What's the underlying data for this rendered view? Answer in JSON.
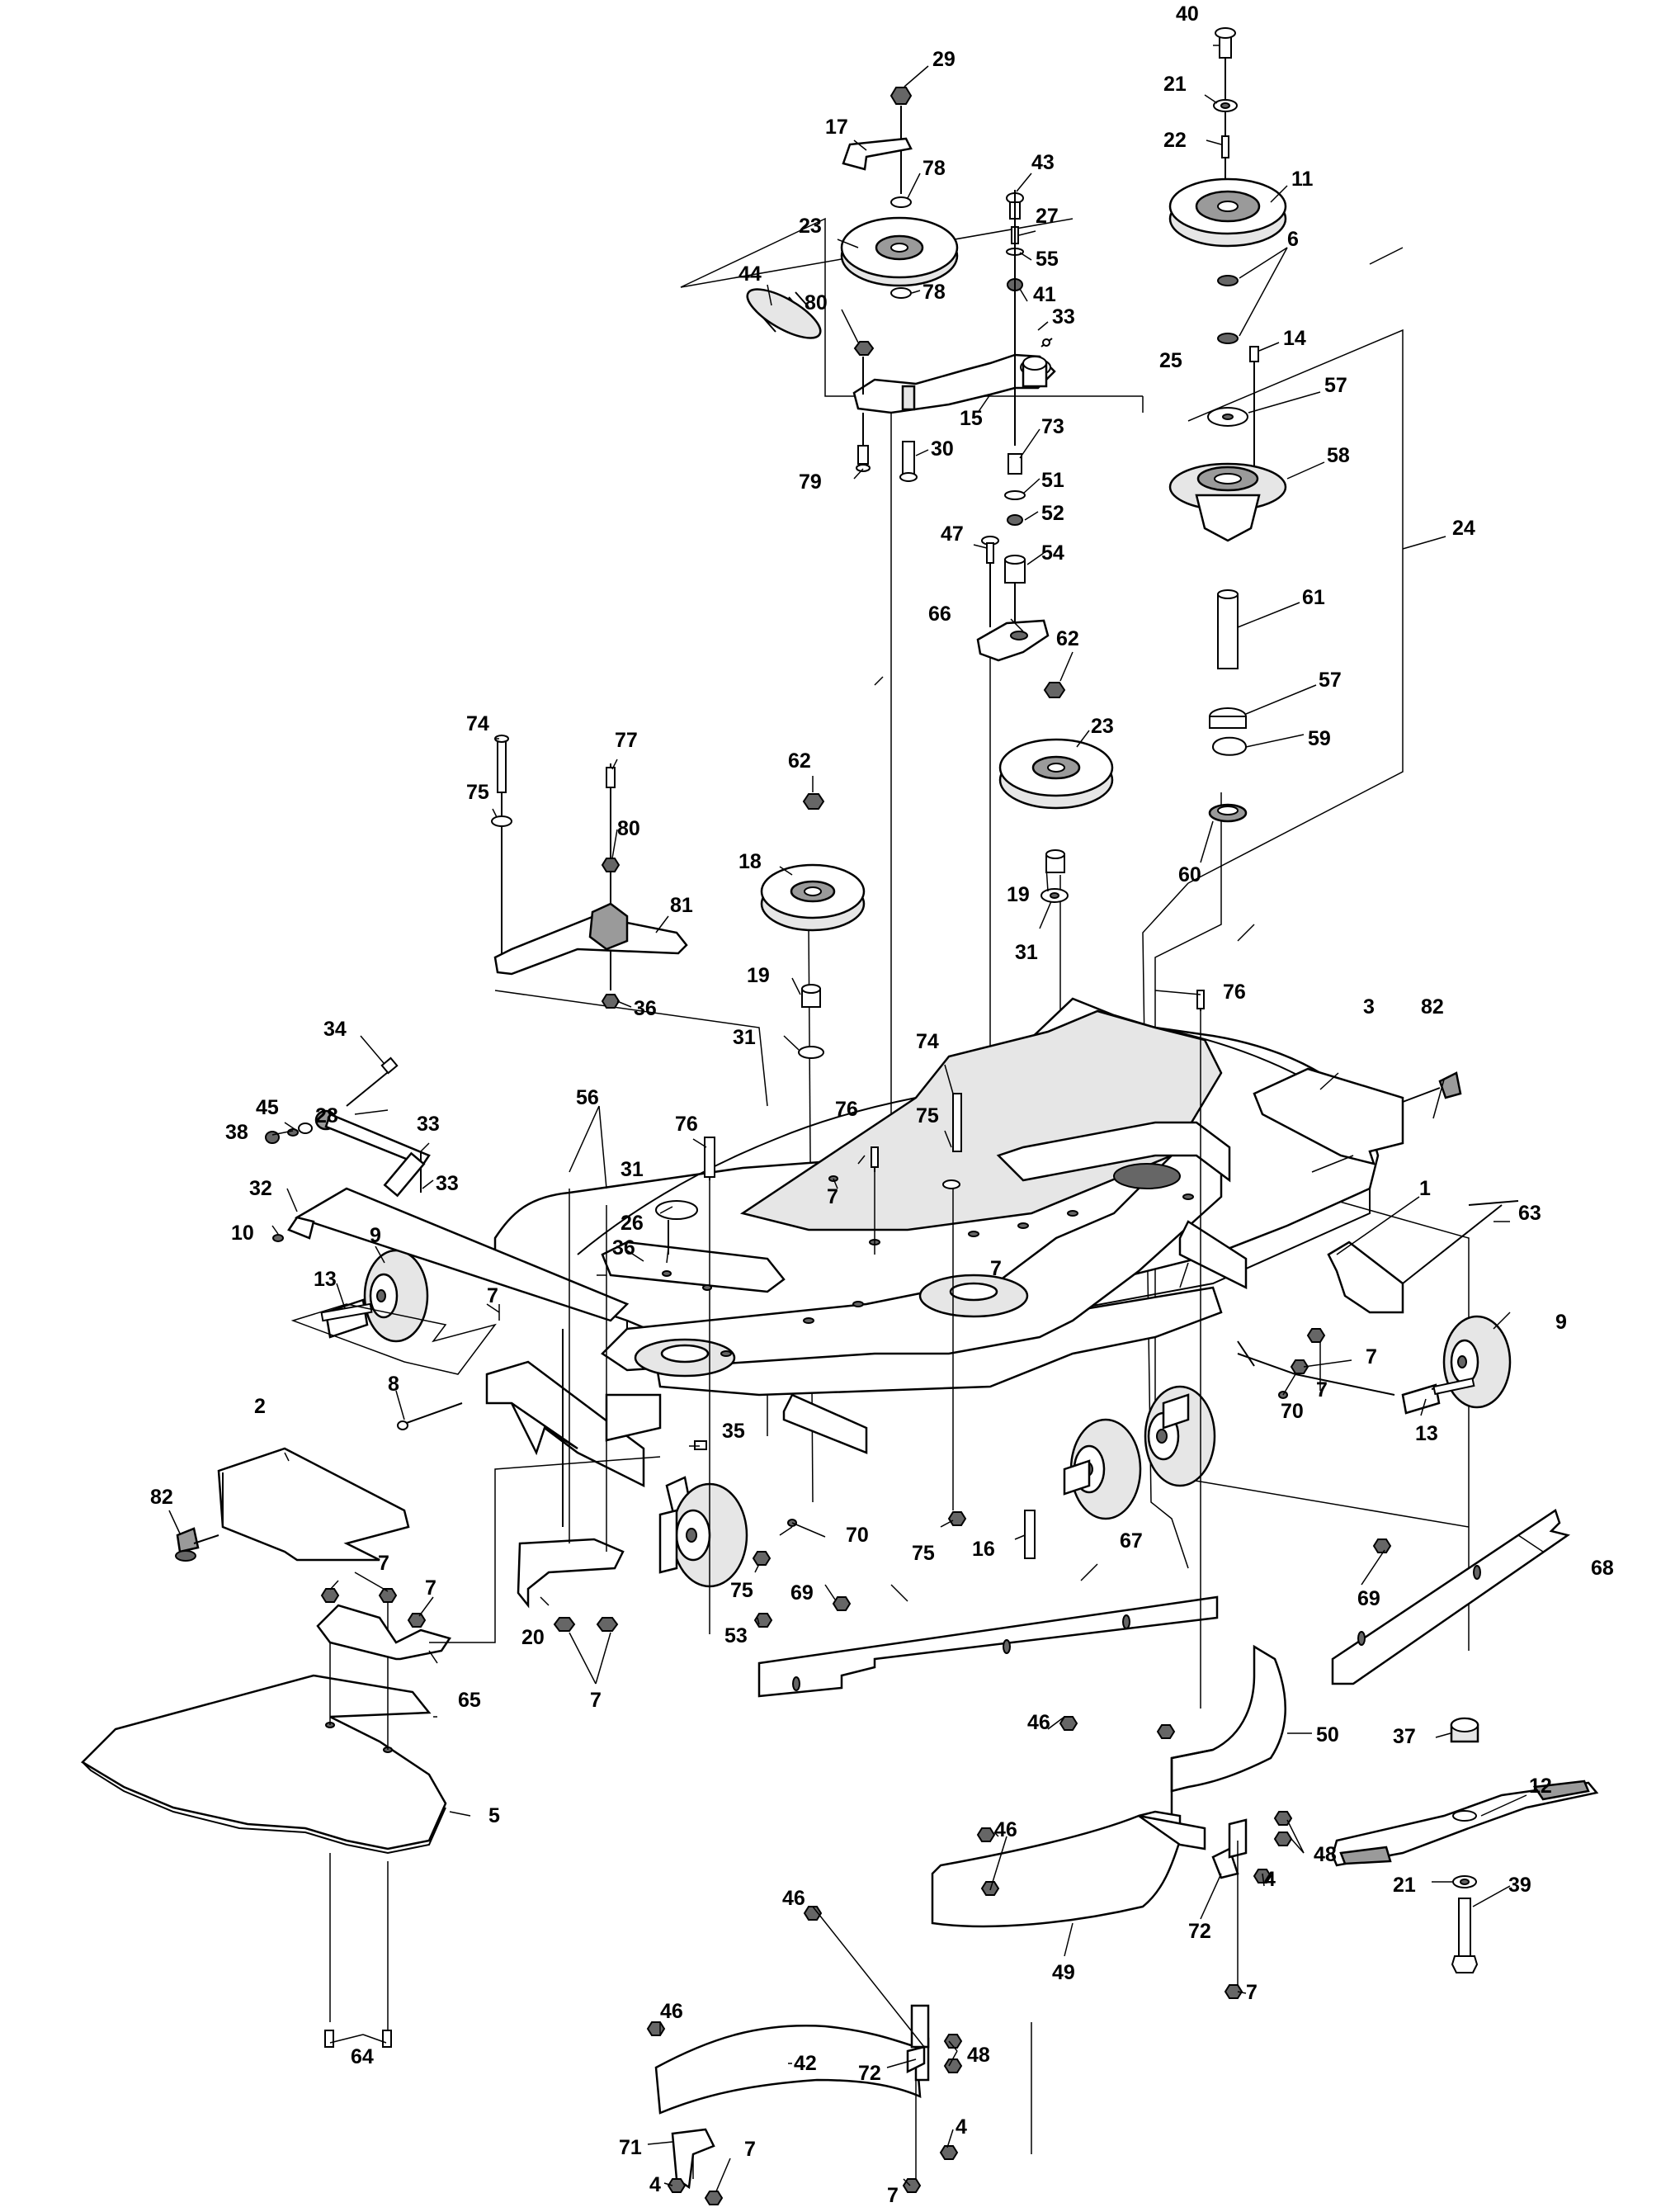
{
  "diagram": {
    "callouts": [
      {
        "id": "c1",
        "text": "1"
      },
      {
        "id": "c2",
        "text": "2"
      },
      {
        "id": "c3",
        "text": "3"
      },
      {
        "id": "c4a",
        "text": "4"
      },
      {
        "id": "c4b",
        "text": "4"
      },
      {
        "id": "c4c",
        "text": "4"
      },
      {
        "id": "c5",
        "text": "5"
      },
      {
        "id": "c6",
        "text": "6"
      },
      {
        "id": "c7a",
        "text": "7"
      },
      {
        "id": "c7b",
        "text": "7"
      },
      {
        "id": "c7c",
        "text": "7"
      },
      {
        "id": "c7d",
        "text": "7"
      },
      {
        "id": "c7e",
        "text": "7"
      },
      {
        "id": "c7f",
        "text": "7"
      },
      {
        "id": "c7g",
        "text": "7"
      },
      {
        "id": "c7h",
        "text": "7"
      },
      {
        "id": "c7i",
        "text": "7"
      },
      {
        "id": "c7j",
        "text": "7"
      },
      {
        "id": "c7k",
        "text": "7"
      },
      {
        "id": "c8",
        "text": "8"
      },
      {
        "id": "c9a",
        "text": "9"
      },
      {
        "id": "c9b",
        "text": "9"
      },
      {
        "id": "c10",
        "text": "10"
      },
      {
        "id": "c11",
        "text": "11"
      },
      {
        "id": "c12",
        "text": "12"
      },
      {
        "id": "c13a",
        "text": "13"
      },
      {
        "id": "c13b",
        "text": "13"
      },
      {
        "id": "c14",
        "text": "14"
      },
      {
        "id": "c15",
        "text": "15"
      },
      {
        "id": "c16",
        "text": "16"
      },
      {
        "id": "c17",
        "text": "17"
      },
      {
        "id": "c18",
        "text": "18"
      },
      {
        "id": "c19a",
        "text": "19"
      },
      {
        "id": "c19b",
        "text": "19"
      },
      {
        "id": "c20",
        "text": "20"
      },
      {
        "id": "c21a",
        "text": "21"
      },
      {
        "id": "c21b",
        "text": "21"
      },
      {
        "id": "c22",
        "text": "22"
      },
      {
        "id": "c23a",
        "text": "23"
      },
      {
        "id": "c23b",
        "text": "23"
      },
      {
        "id": "c24",
        "text": "24"
      },
      {
        "id": "c25",
        "text": "25"
      },
      {
        "id": "c26",
        "text": "26"
      },
      {
        "id": "c27",
        "text": "27"
      },
      {
        "id": "c28",
        "text": "28"
      },
      {
        "id": "c29",
        "text": "29"
      },
      {
        "id": "c30",
        "text": "30"
      },
      {
        "id": "c31a",
        "text": "31"
      },
      {
        "id": "c31b",
        "text": "31"
      },
      {
        "id": "c31c",
        "text": "31"
      },
      {
        "id": "c32",
        "text": "32"
      },
      {
        "id": "c33a",
        "text": "33"
      },
      {
        "id": "c33b",
        "text": "33"
      },
      {
        "id": "c33c",
        "text": "33"
      },
      {
        "id": "c34",
        "text": "34"
      },
      {
        "id": "c35",
        "text": "35"
      },
      {
        "id": "c36a",
        "text": "36"
      },
      {
        "id": "c36b",
        "text": "36"
      },
      {
        "id": "c37",
        "text": "37"
      },
      {
        "id": "c38",
        "text": "38"
      },
      {
        "id": "c39",
        "text": "39"
      },
      {
        "id": "c40",
        "text": "40"
      },
      {
        "id": "c41",
        "text": "41"
      },
      {
        "id": "c42",
        "text": "42"
      },
      {
        "id": "c43",
        "text": "43"
      },
      {
        "id": "c44",
        "text": "44"
      },
      {
        "id": "c45",
        "text": "45"
      },
      {
        "id": "c46a",
        "text": "46"
      },
      {
        "id": "c46b",
        "text": "46"
      },
      {
        "id": "c46c",
        "text": "46"
      },
      {
        "id": "c46d",
        "text": "46"
      },
      {
        "id": "c47",
        "text": "47"
      },
      {
        "id": "c48a",
        "text": "48"
      },
      {
        "id": "c48b",
        "text": "48"
      },
      {
        "id": "c49",
        "text": "49"
      },
      {
        "id": "c50",
        "text": "50"
      },
      {
        "id": "c51",
        "text": "51"
      },
      {
        "id": "c52",
        "text": "52"
      },
      {
        "id": "c53",
        "text": "53"
      },
      {
        "id": "c54",
        "text": "54"
      },
      {
        "id": "c55",
        "text": "55"
      },
      {
        "id": "c56",
        "text": "56"
      },
      {
        "id": "c57a",
        "text": "57"
      },
      {
        "id": "c57b",
        "text": "57"
      },
      {
        "id": "c58",
        "text": "58"
      },
      {
        "id": "c59",
        "text": "59"
      },
      {
        "id": "c60",
        "text": "60"
      },
      {
        "id": "c61",
        "text": "61"
      },
      {
        "id": "c62a",
        "text": "62"
      },
      {
        "id": "c62b",
        "text": "62"
      },
      {
        "id": "c63",
        "text": "63"
      },
      {
        "id": "c64",
        "text": "64"
      },
      {
        "id": "c65",
        "text": "65"
      },
      {
        "id": "c66",
        "text": "66"
      },
      {
        "id": "c67",
        "text": "67"
      },
      {
        "id": "c68",
        "text": "68"
      },
      {
        "id": "c69a",
        "text": "69"
      },
      {
        "id": "c69b",
        "text": "69"
      },
      {
        "id": "c70a",
        "text": "70"
      },
      {
        "id": "c70b",
        "text": "70"
      },
      {
        "id": "c71",
        "text": "71"
      },
      {
        "id": "c72a",
        "text": "72"
      },
      {
        "id": "c72b",
        "text": "72"
      },
      {
        "id": "c73",
        "text": "73"
      },
      {
        "id": "c74a",
        "text": "74"
      },
      {
        "id": "c74b",
        "text": "74"
      },
      {
        "id": "c75a",
        "text": "75"
      },
      {
        "id": "c75b",
        "text": "75"
      },
      {
        "id": "c75c",
        "text": "75"
      },
      {
        "id": "c75d",
        "text": "75"
      },
      {
        "id": "c76a",
        "text": "76"
      },
      {
        "id": "c76b",
        "text": "76"
      },
      {
        "id": "c76c",
        "text": "76"
      },
      {
        "id": "c77",
        "text": "77"
      },
      {
        "id": "c78a",
        "text": "78"
      },
      {
        "id": "c78b",
        "text": "78"
      },
      {
        "id": "c79",
        "text": "79"
      },
      {
        "id": "c80a",
        "text": "80"
      },
      {
        "id": "c80b",
        "text": "80"
      },
      {
        "id": "c81",
        "text": "81"
      },
      {
        "id": "c82a",
        "text": "82"
      },
      {
        "id": "c82b",
        "text": "82"
      }
    ]
  }
}
